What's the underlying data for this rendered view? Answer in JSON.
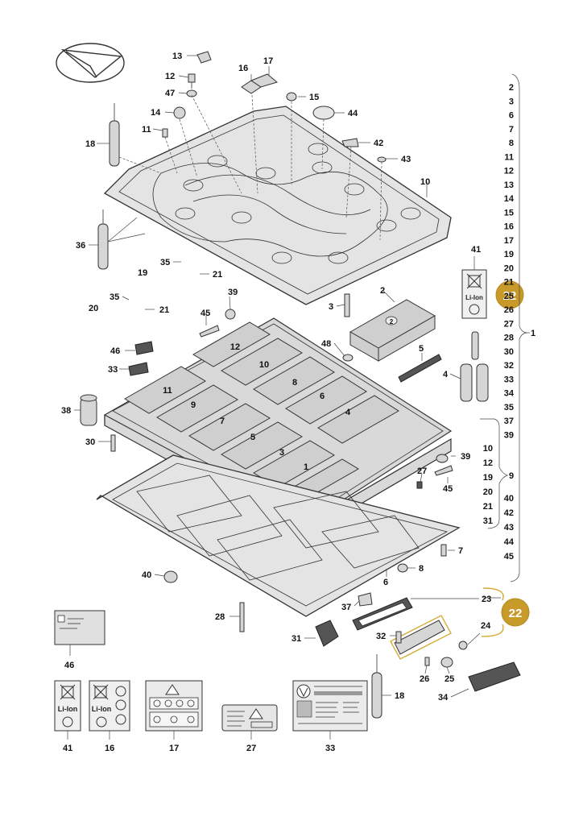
{
  "badges": {
    "assembly_top": "22",
    "assembly_bottom": "22"
  },
  "callouts": {
    "c13": "13",
    "c16": "16",
    "c17": "17",
    "c12": "12",
    "c47": "47",
    "c15": "15",
    "c14": "14",
    "c44": "44",
    "c11": "11",
    "c18": "18",
    "c42": "42",
    "c43": "43",
    "c10": "10",
    "c36": "36",
    "c35": "35",
    "c19": "19",
    "c21": "21",
    "c20": "20",
    "c35b": "35",
    "c21b": "21",
    "c39": "39",
    "c3": "3",
    "c2": "2",
    "c41": "41",
    "c45": "45",
    "c46": "46",
    "c48": "48",
    "c33": "33",
    "c5": "5",
    "c4": "4",
    "c38": "38",
    "c30": "30",
    "c39b": "39",
    "c27": "27",
    "c45b": "45",
    "c7": "7",
    "c8": "8",
    "c6": "6",
    "c40": "40",
    "c23": "23",
    "c37": "37",
    "c28": "28",
    "c24": "24",
    "c32": "32",
    "c31": "31",
    "c26": "26",
    "c25": "25",
    "c18b": "18",
    "c34": "34",
    "c46b": "46",
    "c41b": "41",
    "c16b": "16",
    "c17b": "17",
    "c27b": "27",
    "c33b": "33"
  },
  "bracket_right": {
    "items": [
      "2",
      "3",
      "6",
      "7",
      "8",
      "11",
      "12",
      "13",
      "14",
      "15",
      "16",
      "17",
      "19",
      "20",
      "21",
      "25",
      "26",
      "27",
      "28",
      "30",
      "32",
      "33",
      "34",
      "35",
      "37",
      "39"
    ],
    "group_label": "1"
  },
  "bracket_lower": {
    "items": [
      "10",
      "12",
      "19",
      "20",
      "21",
      "31"
    ],
    "right_items": [
      "40",
      "42",
      "43",
      "44",
      "45"
    ],
    "group_label": "9"
  },
  "cell_numbers": [
    "12",
    "10",
    "8",
    "6",
    "4",
    "11",
    "9",
    "7",
    "5",
    "3",
    "1"
  ],
  "label_texts": {
    "li_ion_a": "Li-Ion",
    "li_ion_b": "Li-Ion",
    "li_ion_c": "Li-Ion",
    "cell_top_2": "2"
  },
  "colors": {
    "badge": "#c89a2a",
    "highlight": "#d4ac3a",
    "line": "#333333"
  },
  "icons": [
    "orientation-arrow-icon",
    "recycle-icon",
    "crossed-bin-icon",
    "warning-triangle-icon",
    "vw-logo-icon"
  ]
}
